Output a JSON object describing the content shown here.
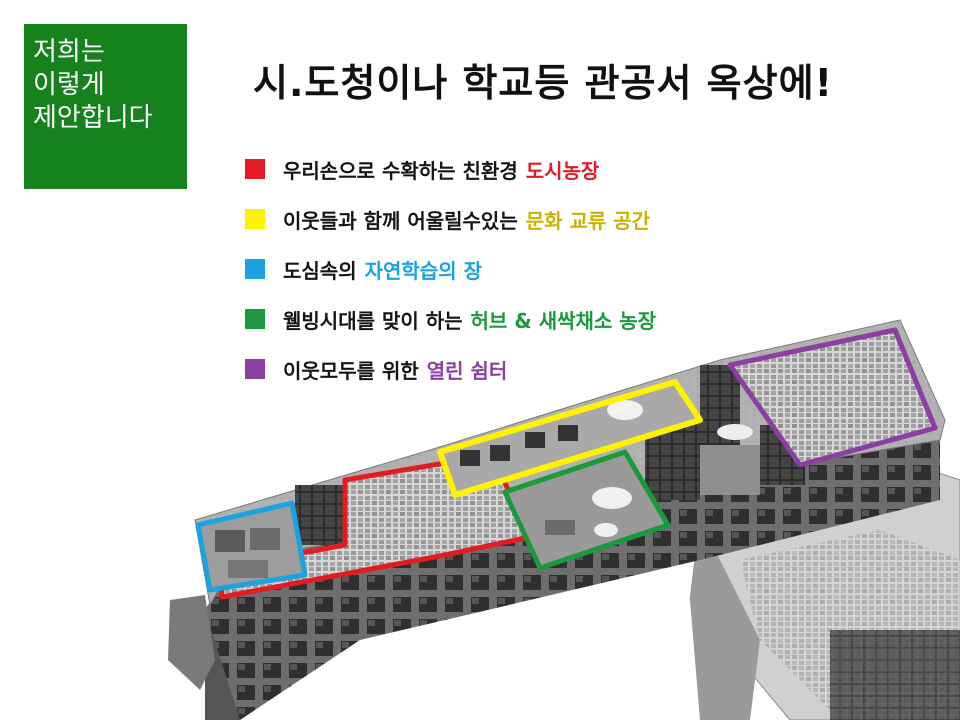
{
  "badge": {
    "lines": [
      "저희는",
      "이렇게",
      "제안합니다"
    ]
  },
  "title": "시.도청이나 학교등 관공서 옥상에!",
  "legend": [
    {
      "text": "우리손으로 수확하는 친환경",
      "highlight": "도시농장",
      "color": "#e31b23"
    },
    {
      "text": "이웃들과 함께 어울릴수있는",
      "highlight": "문화 교류 공간",
      "color": "#c8b400"
    },
    {
      "text": "도심속의",
      "highlight": "자연학습의 장",
      "color": "#1aa3e0"
    },
    {
      "text": "웰빙시대를 맞이 하는",
      "highlight": "허브 & 새싹채소 농장",
      "color": "#1a9a3a"
    },
    {
      "text": "이웃모두를 위한",
      "highlight": "열린 쉼터",
      "color": "#8b3fa0"
    }
  ],
  "swatch_colors": [
    "#e31b23",
    "#fff200",
    "#1aa3e0",
    "#1a9a3a",
    "#8b3fa0"
  ]
}
